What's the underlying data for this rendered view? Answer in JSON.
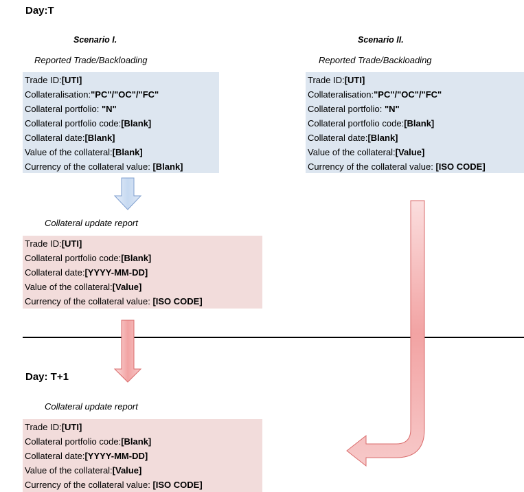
{
  "day_t": "Day:T",
  "day_t1": "Day: T+1",
  "scenario1": {
    "title": "Scenario I.",
    "caption": "Reported Trade/Backloading",
    "lines": [
      {
        "label": "Trade ID:",
        "value": "[UTI]"
      },
      {
        "label": "Collateralisation:",
        "value": "\"PC\"/\"OC\"/\"FC\""
      },
      {
        "label": "Collateral portfolio: ",
        "value": "\"N\""
      },
      {
        "label": "Collateral portfolio code:",
        "value": "[Blank]"
      },
      {
        "label": "Collateral date:",
        "value": "[Blank]"
      },
      {
        "label": "Value of the collateral:",
        "value": "[Blank]"
      },
      {
        "label": "Currency of the collateral value: ",
        "value": "[Blank]"
      }
    ]
  },
  "scenario2": {
    "title": "Scenario II.",
    "caption": "Reported Trade/Backloading",
    "lines": [
      {
        "label": "Trade ID:",
        "value": "[UTI]"
      },
      {
        "label": "Collateralisation:",
        "value": "\"PC\"/\"OC\"/\"FC\""
      },
      {
        "label": "Collateral portfolio: ",
        "value": "\"N\""
      },
      {
        "label": "Collateral portfolio code:",
        "value": "[Blank]"
      },
      {
        "label": "Collateral date:",
        "value": "[Blank]"
      },
      {
        "label": "Value of the collateral:",
        "value": "[Value]"
      },
      {
        "label": "Currency of the collateral value: ",
        "value": "[ISO CODE]"
      }
    ]
  },
  "update_t": {
    "caption": "Collateral update report",
    "lines": [
      {
        "label": "Trade ID:",
        "value": "[UTI]"
      },
      {
        "label": "Collateral portfolio code:",
        "value": "[Blank]"
      },
      {
        "label": "Collateral date:",
        "value": "[YYYY-MM-DD]"
      },
      {
        "label": "Value of the collateral:",
        "value": "[Value]"
      },
      {
        "label": "Currency of the collateral value: ",
        "value": "[ISO CODE]"
      }
    ]
  },
  "update_t1": {
    "caption": "Collateral update report",
    "lines": [
      {
        "label": "Trade ID:",
        "value": "[UTI]"
      },
      {
        "label": "Collateral portfolio code:",
        "value": "[Blank]"
      },
      {
        "label": "Collateral date:",
        "value": "[YYYY-MM-DD]"
      },
      {
        "label": "Value of the collateral:",
        "value": "[Value]"
      },
      {
        "label": "Currency of the collateral value: ",
        "value": "[ISO CODE]"
      }
    ]
  },
  "colors": {
    "blue_box": "#dde6f0",
    "pink_box": "#f2dcdb",
    "blue_arrow_fill": "#c6d9f1",
    "blue_arrow_stroke": "#7f9fcf",
    "red_arrow_fill": "#f2a3a3",
    "red_arrow_stroke": "#d96b6b"
  }
}
